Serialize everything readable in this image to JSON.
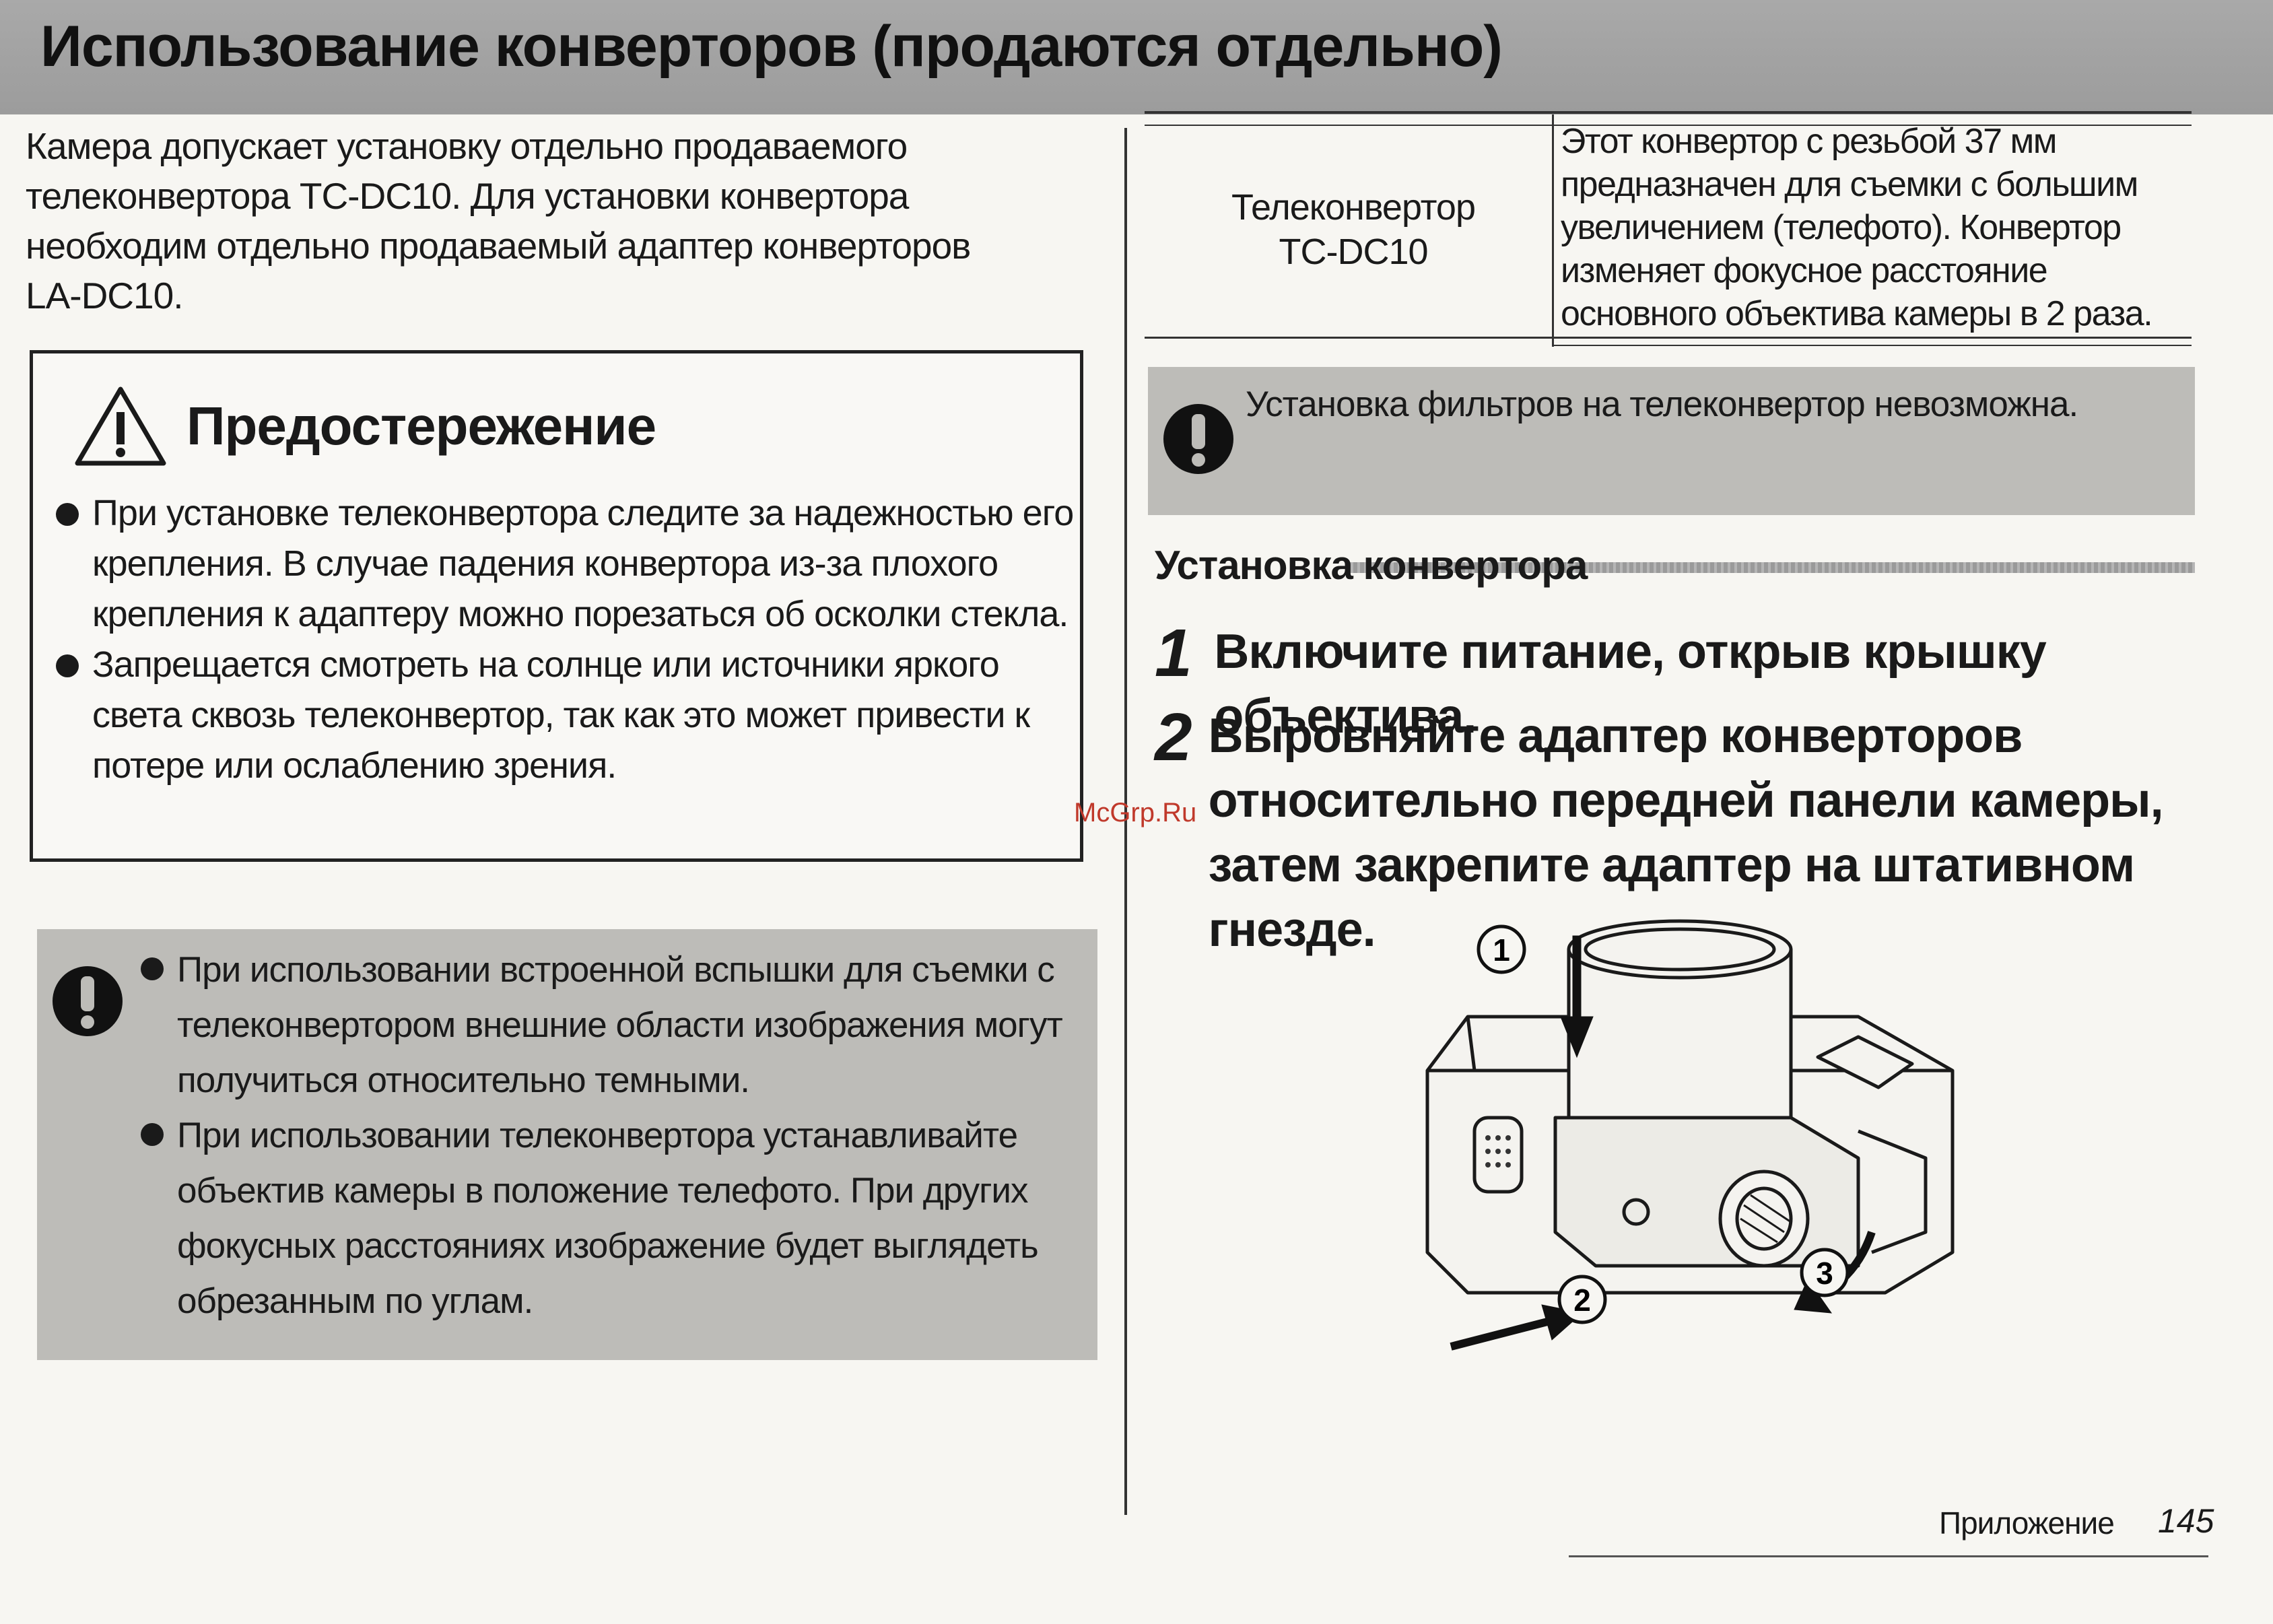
{
  "header": {
    "title": "Использование конверторов (продаются отдельно)"
  },
  "intro": {
    "lines": [
      "Камера допускает установку отдельно продаваемого",
      "телеконвертора TC-DC10. Для установки конвертора",
      "необходим отдельно продаваемый адаптер конверторов",
      "LA-DC10."
    ]
  },
  "caution": {
    "title": "Предостережение",
    "items": [
      "При установке телеконвертора следите за надежностью его крепления. В случае падения конвертора из-за плохого крепления к адаптеру можно порезаться об осколки стекла.",
      "Запрещается смотреть на солнце или источники яркого света сквозь телеконвертор, так как это может привести к потере или ослаблению зрения."
    ]
  },
  "note": {
    "items": [
      "При использовании встроенной вспышки для съемки с телеконвертором внешние области изображения могут получиться относительно темными.",
      "При использовании телеконвертора устанавливайте объектив камеры в положение телефото. При других фокусных расстояниях изображение будет выглядеть обрезанным по углам."
    ]
  },
  "spec": {
    "name_line1": "Телеконвертор",
    "name_line2": "TC-DC10",
    "description": "Этот конвертор с резьбой 37 мм предназначен для съемки с большим увеличением (телефото). Конвертор изменяет фокусное расстояние основного объектива камеры в 2 раза."
  },
  "filter_note": {
    "text": "Установка фильтров на телеконвертор невозможна."
  },
  "install": {
    "heading": "Установка конвертора",
    "steps": [
      {
        "num": "1",
        "text": "Включите питание, открыв крышку объектива."
      },
      {
        "num": "2",
        "text": "Выровняйте адаптер конверторов относительно передней панели камеры, затем закрепите адаптер на штативном гнезде."
      }
    ]
  },
  "figure": {
    "callouts": [
      "1",
      "2",
      "3"
    ]
  },
  "footer": {
    "section": "Приложение",
    "page": "145"
  },
  "watermark": "McGrp.Ru"
}
